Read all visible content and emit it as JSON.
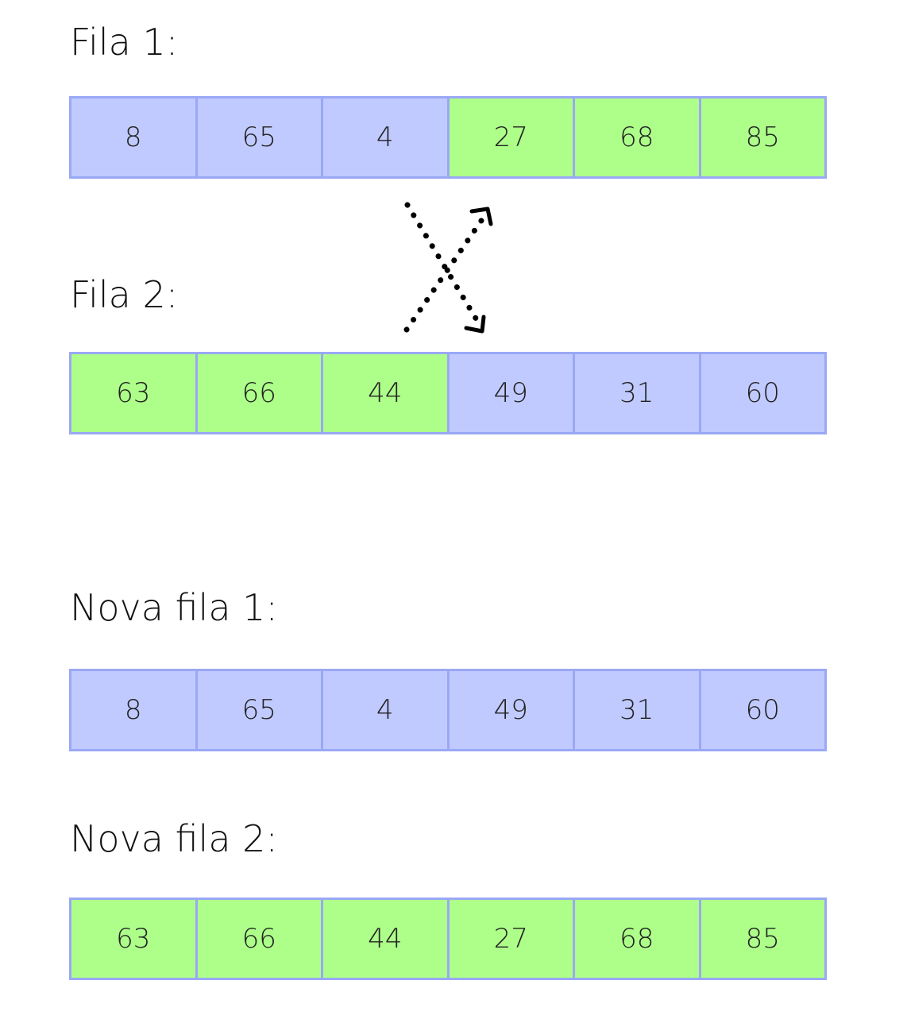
{
  "colors": {
    "blue_fill": "#c0caff",
    "green_fill": "#adff8a",
    "cell_border": "#9aa8f5",
    "arrows": "#000000"
  },
  "rows": [
    {
      "key": "fila-1",
      "label": "Fila 1:",
      "cells": [
        {
          "value": "8",
          "color": "blue"
        },
        {
          "value": "65",
          "color": "blue"
        },
        {
          "value": "4",
          "color": "blue"
        },
        {
          "value": "27",
          "color": "green"
        },
        {
          "value": "68",
          "color": "green"
        },
        {
          "value": "85",
          "color": "green"
        }
      ]
    },
    {
      "key": "fila-2",
      "label": "Fila 2:",
      "cells": [
        {
          "value": "63",
          "color": "green"
        },
        {
          "value": "66",
          "color": "green"
        },
        {
          "value": "44",
          "color": "green"
        },
        {
          "value": "49",
          "color": "blue"
        },
        {
          "value": "31",
          "color": "blue"
        },
        {
          "value": "60",
          "color": "blue"
        }
      ]
    },
    {
      "key": "nova-fila-1",
      "label": "Nova fila 1:",
      "cells": [
        {
          "value": "8",
          "color": "blue"
        },
        {
          "value": "65",
          "color": "blue"
        },
        {
          "value": "4",
          "color": "blue"
        },
        {
          "value": "49",
          "color": "blue"
        },
        {
          "value": "31",
          "color": "blue"
        },
        {
          "value": "60",
          "color": "blue"
        }
      ]
    },
    {
      "key": "nova-fila-2",
      "label": "Nova fila 2:",
      "cells": [
        {
          "value": "63",
          "color": "green"
        },
        {
          "value": "66",
          "color": "green"
        },
        {
          "value": "44",
          "color": "green"
        },
        {
          "value": "27",
          "color": "green"
        },
        {
          "value": "68",
          "color": "green"
        },
        {
          "value": "85",
          "color": "green"
        }
      ]
    }
  ],
  "connectors": [
    {
      "from": "fila-2",
      "to": "fila-1",
      "style": "dotted",
      "arrowhead": true
    },
    {
      "from": "fila-1",
      "to": "fila-2",
      "style": "dotted",
      "arrowhead": true
    }
  ]
}
